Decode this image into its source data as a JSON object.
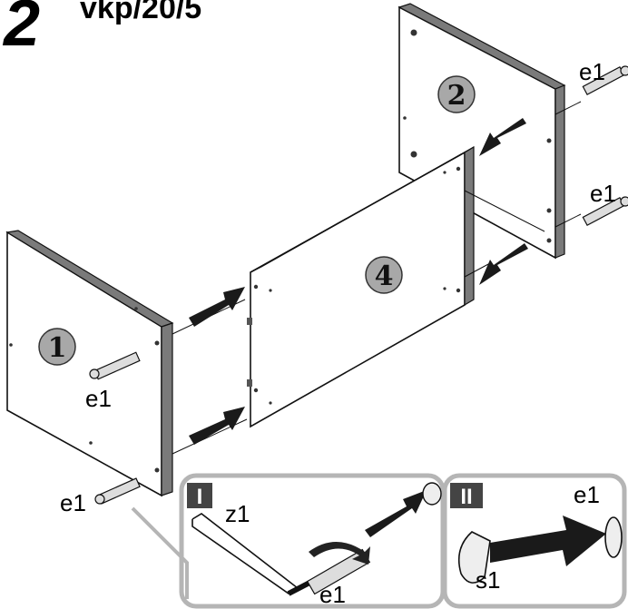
{
  "header": {
    "step_number": "2",
    "code": "vkp/20/5"
  },
  "panels": {
    "panel_1": "1",
    "panel_2": "2",
    "panel_4": "4"
  },
  "parts": {
    "e1_top_right": "e1",
    "e1_mid_right": "e1",
    "e1_left": "e1",
    "e1_bottom_left": "e1",
    "e1_inset_i": "e1",
    "e1_inset_ii": "e1",
    "z1": "z1",
    "s1": "s1"
  },
  "insets": {
    "inset_i_label": "I",
    "inset_ii_label": "II"
  },
  "colors": {
    "panel_edge": "#7a7a7a",
    "number_badge": "#a8a8a8",
    "inset_border": "#b5b5b5",
    "arrow": "#1a1a1a"
  }
}
